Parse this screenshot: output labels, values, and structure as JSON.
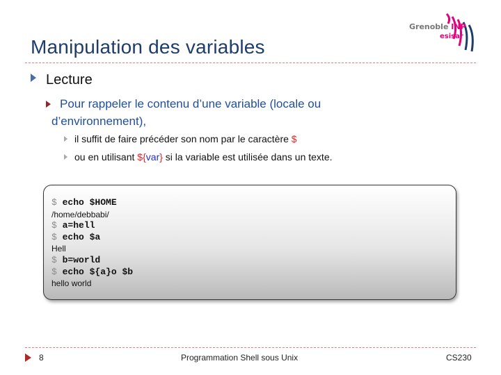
{
  "slide": {
    "title": "Manipulation des variables",
    "logo": {
      "line1": "Grenoble",
      "line1_accent": "INP",
      "line2": "esisar"
    },
    "level1": "Lecture",
    "level2_a": "Pour rappeler le contenu d’une variable (locale ou",
    "level2_b": "d’environnement),",
    "level3": [
      {
        "before": "il suffit de faire précéder son nom par le caractère ",
        "dollar": "$"
      },
      {
        "before": "ou en utilisant ",
        "dollar": "$",
        "open": "{",
        "var": "var",
        "close": "}",
        "after": " si la variable est utilisée dans un texte."
      }
    ]
  },
  "terminal": {
    "prompt": "$",
    "lines": [
      {
        "cmd": "echo $HOME"
      },
      {
        "out": "/home/debbabi/"
      },
      {
        "cmd": "a=hell"
      },
      {
        "cmd": "echo $a"
      },
      {
        "out": "Hell"
      },
      {
        "cmd": "b=world"
      },
      {
        "cmd": "echo ${a}o $b"
      },
      {
        "out": "hello world"
      }
    ]
  },
  "footer": {
    "page": "8",
    "center": "Programmation Shell sous Unix",
    "right": "CS230"
  },
  "colors": {
    "title": "#1f3d6b",
    "accent_red": "#e8252a",
    "accent_blue": "#1f2fd0",
    "level2": "#1f4f9a"
  }
}
